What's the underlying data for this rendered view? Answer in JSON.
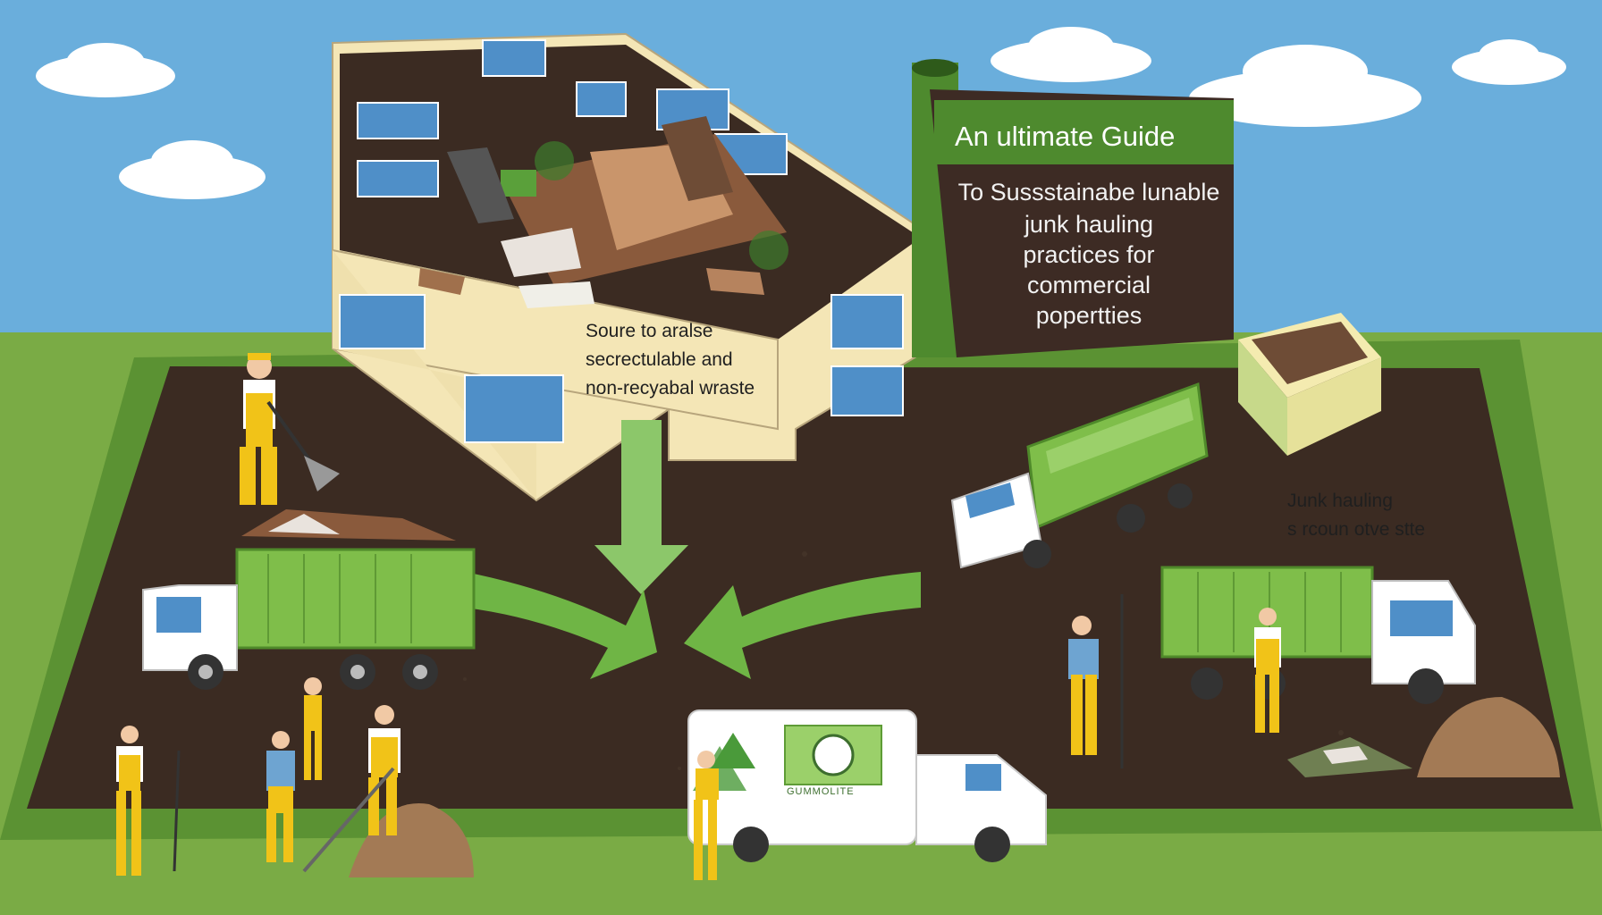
{
  "guide": {
    "title": "An ultimate Guide",
    "lines": [
      "To Sussstainabe lunable",
      "junk hauling",
      "practices for",
      "commercial",
      "popertties"
    ]
  },
  "labels": {
    "source": [
      "Soure to aralse",
      "secrectulable and",
      "non-recyabal wraste"
    ],
    "junk": [
      "Junk hauling",
      "s rcoun otve stte"
    ]
  },
  "van": {
    "text": "GUMMOLITE"
  },
  "colors": {
    "sky": "#6aaedc",
    "grass": "#7aab45",
    "soil": "#3b2b22",
    "panel": "#3d2b24",
    "panel_header": "#4e8a2e",
    "truck_green": "#7fbe4a",
    "worker_yellow": "#f1c318",
    "building_cream": "#f4e6b6",
    "window_blue": "#4f8fc8"
  }
}
